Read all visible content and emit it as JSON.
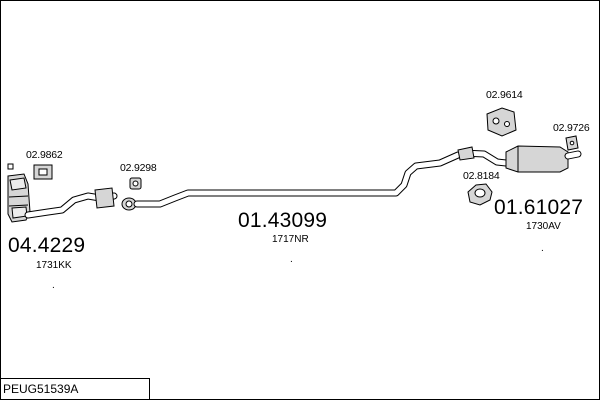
{
  "parts": [
    {
      "key": "cat",
      "number": "04.4229",
      "sub": "1731KK"
    },
    {
      "key": "mid",
      "number": "01.43099",
      "sub": "1717NR"
    },
    {
      "key": "rear",
      "number": "01.61027",
      "sub": "1730AV"
    }
  ],
  "accessories": {
    "gasket_front": "02.9862",
    "clamp": "02.9298",
    "rubber_hanger": "02.9614",
    "bracket": "02.9726",
    "ring": "02.8184"
  },
  "dots": {
    "cat": ".",
    "mid": ".",
    "rear": "."
  },
  "footer": {
    "code": "PEUG51539A"
  },
  "icon_names": [
    "tiny-sensor-icon",
    "gasket-icon",
    "clamp-icon",
    "rubber-hanger-icon",
    "bracket-icon",
    "rubber-ring-icon"
  ]
}
